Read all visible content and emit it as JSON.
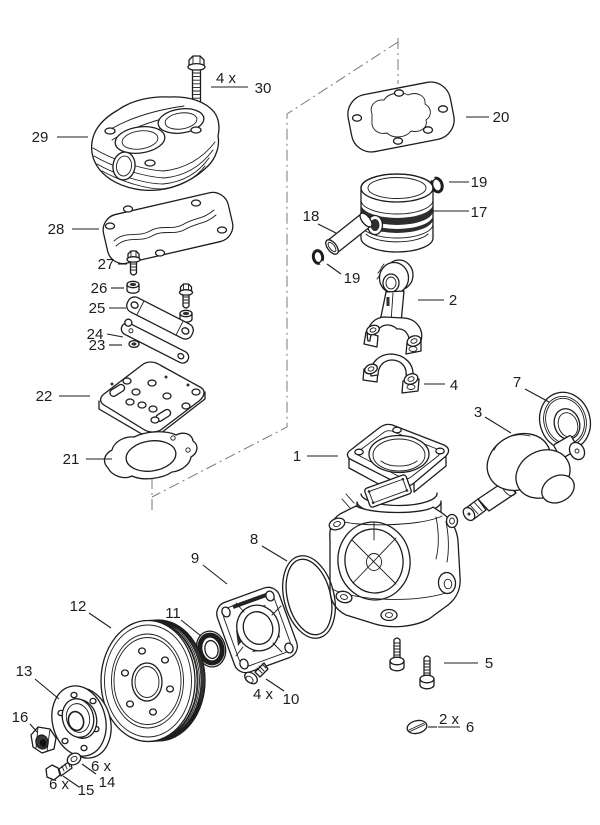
{
  "diagram": {
    "background_color": "#ffffff",
    "line_color": "#1d1d1b",
    "phantom_line_color": "#7a7a7a",
    "callouts": {
      "c1": {
        "num": "1"
      },
      "c2": {
        "num": "2"
      },
      "c3": {
        "num": "3"
      },
      "c4": {
        "num": "4"
      },
      "c5": {
        "num": "5"
      },
      "c6": {
        "num": "6",
        "qty": "2 x"
      },
      "c7": {
        "num": "7"
      },
      "c8": {
        "num": "8"
      },
      "c9": {
        "num": "9"
      },
      "c10": {
        "num": "10",
        "qty": "4 x"
      },
      "c11": {
        "num": "11"
      },
      "c12": {
        "num": "12"
      },
      "c13": {
        "num": "13"
      },
      "c14": {
        "num": "14",
        "qty": "6 x"
      },
      "c15": {
        "num": "15",
        "qty": "6 x"
      },
      "c16": {
        "num": "16"
      },
      "c17": {
        "num": "17"
      },
      "c18": {
        "num": "18"
      },
      "c19a": {
        "num": "19"
      },
      "c19b": {
        "num": "19"
      },
      "c20": {
        "num": "20"
      },
      "c21": {
        "num": "21"
      },
      "c22": {
        "num": "22"
      },
      "c23": {
        "num": "23"
      },
      "c24": {
        "num": "24"
      },
      "c25": {
        "num": "25"
      },
      "c26": {
        "num": "26"
      },
      "c27": {
        "num": "27"
      },
      "c28": {
        "num": "28"
      },
      "c29": {
        "num": "29"
      },
      "c30": {
        "num": "30",
        "qty": "4 x"
      }
    }
  }
}
